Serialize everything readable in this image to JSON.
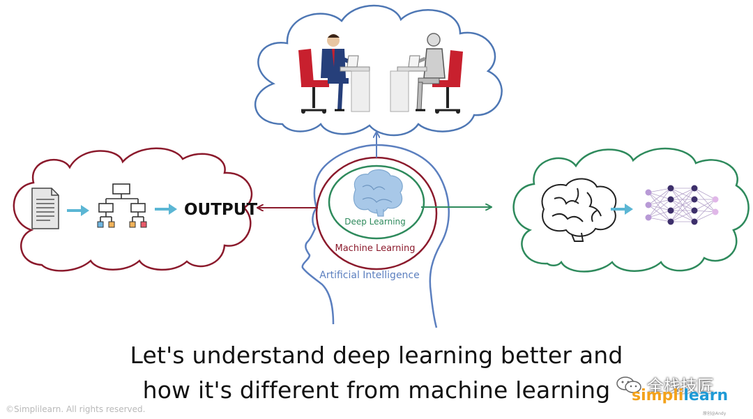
{
  "labels": {
    "output": "OUTPUT",
    "deep_learning": "Deep Learning",
    "machine_learning": "Machine Learning",
    "artificial_intelligence": "Artificial Intelligence"
  },
  "caption": {
    "line1": "Let's understand deep learning better and",
    "line2": "how it's different from machine learning"
  },
  "footer": {
    "copyright": "©Simplilearn. All rights reserved.",
    "wechat_name": "全栈技匠",
    "brand_part1": "simpli",
    "brand_part2": "learn",
    "small_mark": "原创@Andy"
  },
  "colors": {
    "top_cloud": "#4e77b4",
    "left_cloud": "#8b1a2c",
    "right_cloud": "#2e8a5c",
    "head": "#5b7fbf",
    "ml_ring": "#8b1a2c",
    "dl_ring": "#2e8a5c",
    "arrow": "#5bb6d4",
    "chair": "#c8202e",
    "brain": "#a8c8e8"
  },
  "icons": [
    "document-icon",
    "flowchart-icon",
    "brain-icon",
    "neural-network-icon",
    "wechat-icon"
  ]
}
